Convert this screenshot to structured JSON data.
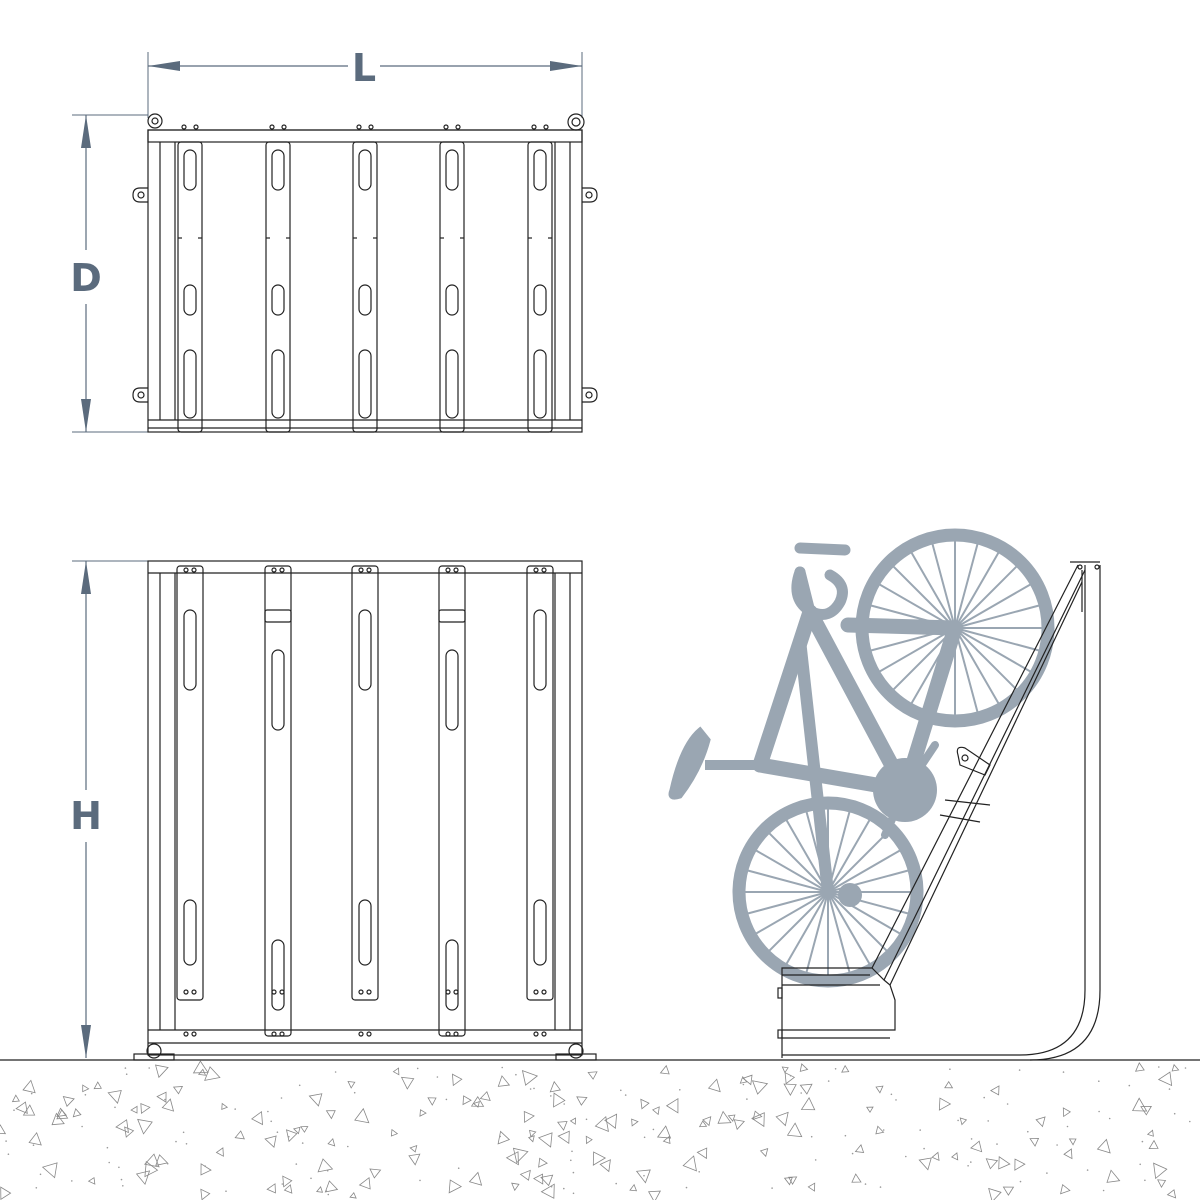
{
  "dimensions": {
    "length_label": "L",
    "depth_label": "D",
    "height_label": "H"
  },
  "views": {
    "top": {
      "bay_count": 5
    },
    "front": {
      "bay_count": 5
    },
    "side": {
      "shows_bicycle": true
    }
  },
  "colors": {
    "line": "#222222",
    "dimension": "#5b6b7d",
    "bicycle": "#9aa6b2",
    "ground_speckle": "#c9c9c9"
  }
}
